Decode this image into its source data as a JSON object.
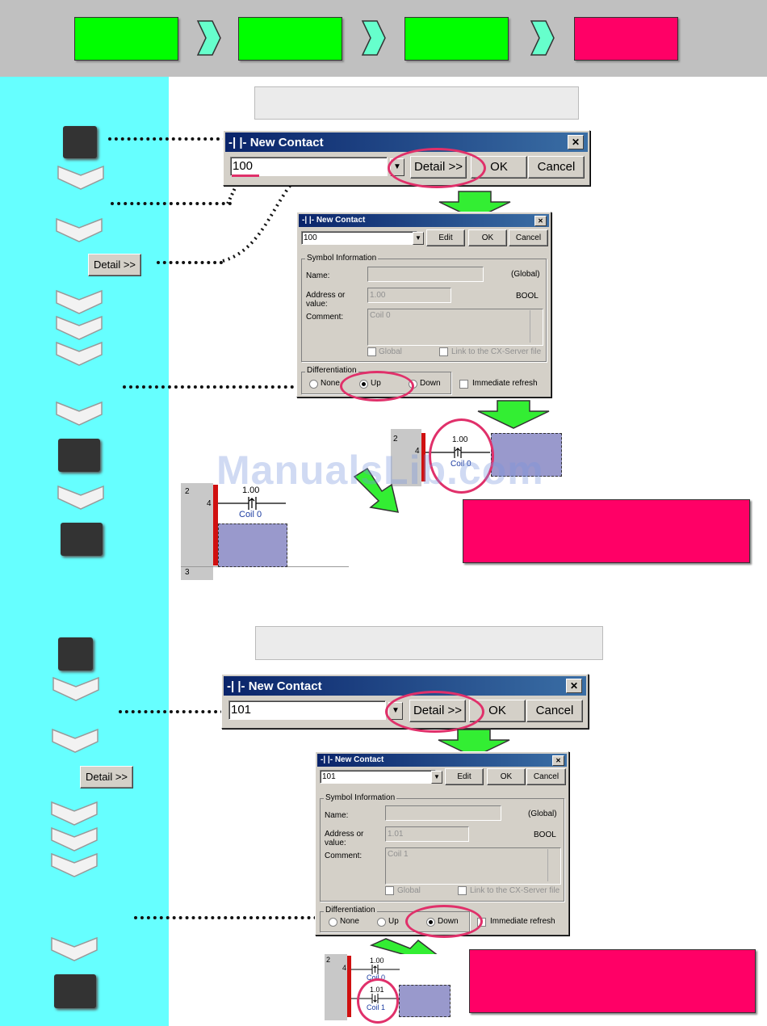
{
  "colors": {
    "header_bg": "#c0c0c0",
    "step_done": "#00ff00",
    "step_current": "#ff0066",
    "sidebar": "#66ffff",
    "highlight_ring": "#e0306a",
    "arrow": "#33ee33",
    "title_bar": "#0a246a"
  },
  "icons": {
    "step_chevron": "chevron-right-icon",
    "sidebar_chevron": "chevron-down-icon",
    "dropdown": "triangle-down-icon",
    "close": "close-icon"
  },
  "sidebar": {
    "detail_button_1": "Detail >>",
    "detail_button_2": "Detail >>"
  },
  "dialog1_small": {
    "title": "-| |- New Contact",
    "value": "100",
    "detail": "Detail >>",
    "ok": "OK",
    "cancel": "Cancel",
    "close": "✕"
  },
  "dialog1_large": {
    "title": "-| |- New Contact",
    "value": "100",
    "edit": "Edit",
    "ok": "OK",
    "cancel": "Cancel",
    "close": "✕",
    "symbol_group": "Symbol Information",
    "name_label": "Name:",
    "global_tag": "(Global)",
    "address_label": "Address or value:",
    "address_value": "1.00",
    "type": "BOOL",
    "comment_label": "Comment:",
    "comment_value": "Coil 0",
    "global_check": "Global",
    "link_check": "Link to the CX-Server file",
    "diff_group": "Differentiation",
    "radio_none": "None",
    "radio_up": "Up",
    "radio_down": "Down",
    "immediate": "Immediate refresh"
  },
  "ladder1_small": {
    "row": "2",
    "col": "4",
    "address": "1.00",
    "comment": "Coil 0"
  },
  "ladder1_large": {
    "row": "2",
    "col": "4",
    "address": "1.00",
    "comment": "Coil 0",
    "next_row": "3"
  },
  "dialog2_small": {
    "title": "-| |- New Contact",
    "value": "101",
    "detail": "Detail >>",
    "ok": "OK",
    "cancel": "Cancel",
    "close": "✕"
  },
  "dialog2_large": {
    "title": "-| |- New Contact",
    "value": "101",
    "edit": "Edit",
    "ok": "OK",
    "cancel": "Cancel",
    "close": "✕",
    "symbol_group": "Symbol Information",
    "name_label": "Name:",
    "global_tag": "(Global)",
    "address_label": "Address or value:",
    "address_value": "1.01",
    "type": "BOOL",
    "comment_label": "Comment:",
    "comment_value": "Coil 1",
    "global_check": "Global",
    "link_check": "Link to the CX-Server file",
    "diff_group": "Differentiation",
    "radio_none": "None",
    "radio_up": "Up",
    "radio_down": "Down",
    "immediate": "Immediate refresh"
  },
  "ladder2": {
    "row": "2",
    "col": "4",
    "address1": "1.00",
    "comment1": "Coil 0",
    "address2": "1.01",
    "comment2": "Coil 1"
  },
  "watermark": "ManualsLib.com"
}
